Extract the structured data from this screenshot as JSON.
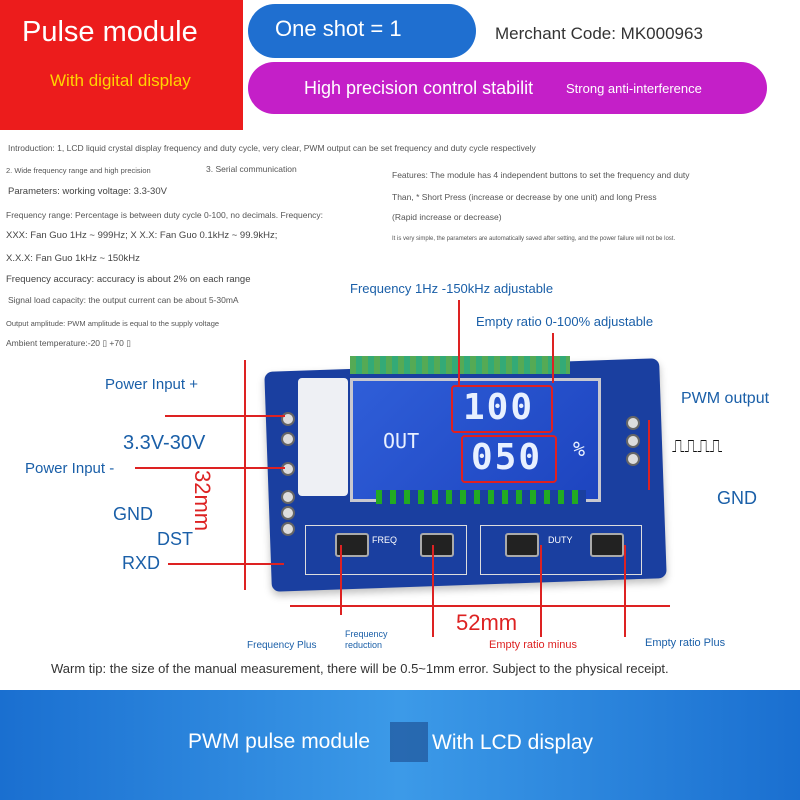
{
  "header": {
    "red_title": "Pulse module",
    "red_subtitle": "With digital display",
    "blue_pill": "One shot = 1",
    "merchant": "Merchant Code: MK000963",
    "purple_pill": "High precision control stabilit",
    "purple_pill_overlay": "Strong anti-interference"
  },
  "intro": {
    "line1": "Introduction: 1, LCD liquid crystal display frequency and duty cycle, very clear, PWM output can be set frequency and duty cycle respectively",
    "line2a": "2. Wide frequency range and high precision",
    "line2b": "3. Serial communication",
    "params": "Parameters: working voltage: 3.3-30V",
    "freq_range": "Frequency range: Percentage is between duty cycle 0-100, no decimals. Frequency:",
    "xxx": "XXX: Fan Guo 1Hz ~ 999Hz; X X.X: Fan Guo 0.1kHz ~ 99.9kHz;",
    "xxxx": "X.X.X: Fan Guo 1kHz ~ 150kHz",
    "accuracy": "Frequency accuracy: accuracy is about 2% on each range",
    "load": "Signal load capacity: the output current can be about 5-30mA",
    "amplitude": "Output amplitude: PWM amplitude is equal to the supply voltage",
    "ambient": "Ambient temperature:-20 ▯ +70 ▯",
    "features": "Features: The module has 4 independent buttons to set the frequency and duty",
    "than": "Than, * Short Press (increase or decrease by one unit) and long Press",
    "rapid": "(Rapid increase or decrease)",
    "simple": "It is very simple, the parameters are automatically saved after setting, and the power failure will not be lost."
  },
  "callouts": {
    "freq_adjustable": "Frequency 1Hz -150kHz adjustable",
    "empty_adjustable": "Empty ratio 0-100% adjustable",
    "power_input_plus": "Power Input +",
    "voltage": "3.3V-30V",
    "power_input": "Power Input -",
    "gnd_left": "GND",
    "dst": "DST",
    "rxd": "RXD",
    "pwm_output": "PWM output",
    "gnd_right": "GND",
    "height": "32mm",
    "width": "52mm",
    "freq_plus": "Frequency Plus",
    "freq_reduction": "Frequency reduction",
    "empty_minus": "Empty ratio minus",
    "empty_plus": "Empty ratio Plus"
  },
  "lcd": {
    "out_label": "OUT",
    "freq_value": "100",
    "duty_value": "050",
    "percent": "%",
    "freq_btn": "FREQ",
    "duty_btn": "DUTY"
  },
  "warm_tip": "Warm tip: the size of the manual measurement, there will be 0.5~1mm error. Subject to the physical receipt.",
  "banner": {
    "left": "PWM pulse module",
    "right": "With LCD display"
  }
}
